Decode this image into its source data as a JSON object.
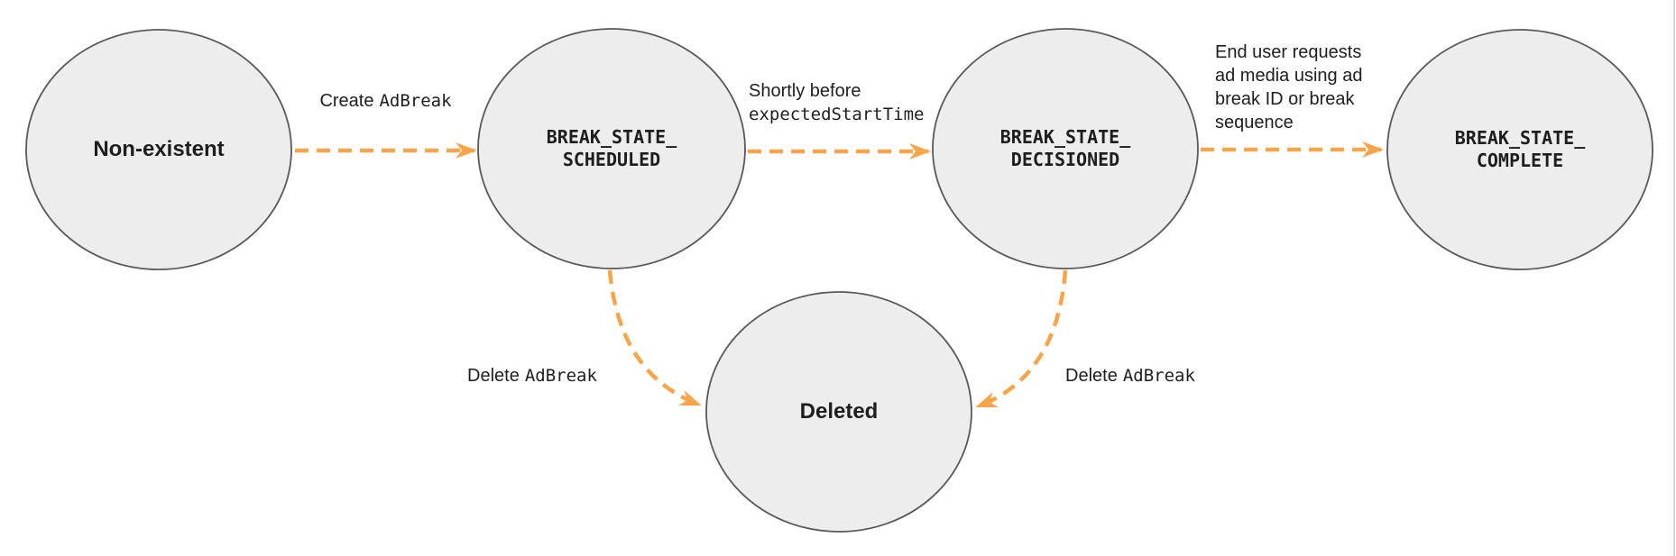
{
  "colors": {
    "arrow": "#f7a44a",
    "node_fill": "#ededed",
    "node_stroke": "#59595b",
    "text": "#1e1e20",
    "border": "#d6d6d6"
  },
  "states": [
    {
      "id": "non-existent",
      "label": "Non-existent"
    },
    {
      "id": "scheduled",
      "label": "BREAK_STATE_\nSCHEDULED"
    },
    {
      "id": "decisioned",
      "label": "BREAK_STATE_\nDECISIONED"
    },
    {
      "id": "complete",
      "label": "BREAK_STATE_\nCOMPLETE"
    },
    {
      "id": "deleted",
      "label": "Deleted"
    }
  ],
  "transitions": [
    {
      "sans": "Create",
      "mono": "AdBreak"
    },
    {
      "sans": "Shortly before",
      "mono": "expectedStartTime"
    },
    {
      "sans": "End user requests ad media using ad break ID or break sequence",
      "mono": ""
    },
    {
      "sans": "Delete",
      "mono": "AdBreak"
    },
    {
      "sans": "Delete",
      "mono": "AdBreak"
    }
  ]
}
